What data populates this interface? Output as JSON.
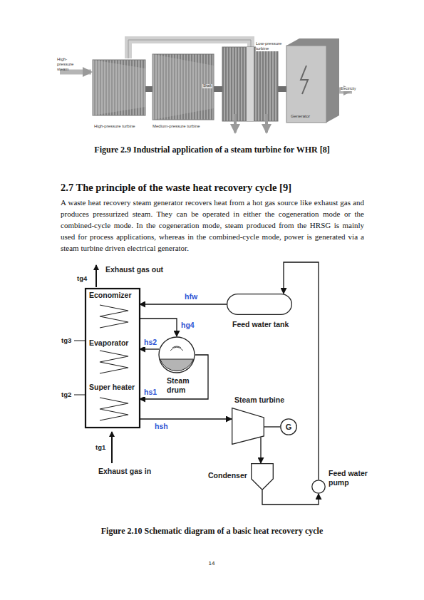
{
  "diagram": {
    "title": "2.7 The principle of the waste heat recovery cycle [9]",
    "caption": "Figure 2.10 Schematic diagram of a basic heat recovery cycle",
    "nodes": [
      {
        "text": [
          "Economizer"
        ]
      },
      {
        "text": [
          "Evaporator"
        ]
      },
      {
        "text": [
          "Super heater"
        ]
      },
      {
        "text": [
          "Steam drum"
        ]
      },
      {
        "text": [
          "Feed water tank"
        ]
      },
      {
        "text": [
          "Steam turbine"
        ]
      },
      {
        "text": [
          "G"
        ]
      },
      {
        "text": [
          "Condenser"
        ]
      },
      {
        "text": [
          "Feed water pump"
        ]
      }
    ],
    "edges": [
      {
        "from": 4,
        "to": 0,
        "arrow": "to",
        "label": "hfw"
      },
      {
        "from": 0,
        "to": 3,
        "arrow": "to",
        "label": "hg4"
      },
      {
        "from": 3,
        "to": 1,
        "arrow": "to",
        "label": "hs2"
      },
      {
        "from": 3,
        "to": 2,
        "arrow": "to",
        "label": "hs1"
      },
      {
        "from": 2,
        "to": 5,
        "arrow": "to",
        "label": "hsh"
      },
      {
        "from": 5,
        "to": 7,
        "arrow": "to"
      },
      {
        "from": 7,
        "to": 8,
        "arrow": "to"
      },
      {
        "from": 8,
        "to": 4,
        "arrow": "to"
      },
      {
        "from": 5,
        "to": 6,
        "arrow": "none"
      }
    ],
    "labels": [
      "Figure 2.9 Industrial application of a steam turbine for WHR [8]",
      "High-pressure steam",
      "Low-pressure turbine",
      "Shaft",
      "Electricity",
      "Generator",
      "High-pressure turbine",
      "Medium-pressure turbine",
      "A waste heat recovery steam generator recovers heat from a hot gas source like exhaust gas and produces pressurized steam. They can be operated in either the cogeneration mode or the combined-cycle mode. In the cogeneration mode, steam produced from the HRSG is mainly used for process applications, whereas in the combined-cycle mode, power is generated via a steam turbine driven electrical generator.",
      "tg4",
      "Exhaust gas out",
      "tg3",
      "tg2",
      "tg1",
      "Exhaust gas in",
      "14"
    ]
  }
}
